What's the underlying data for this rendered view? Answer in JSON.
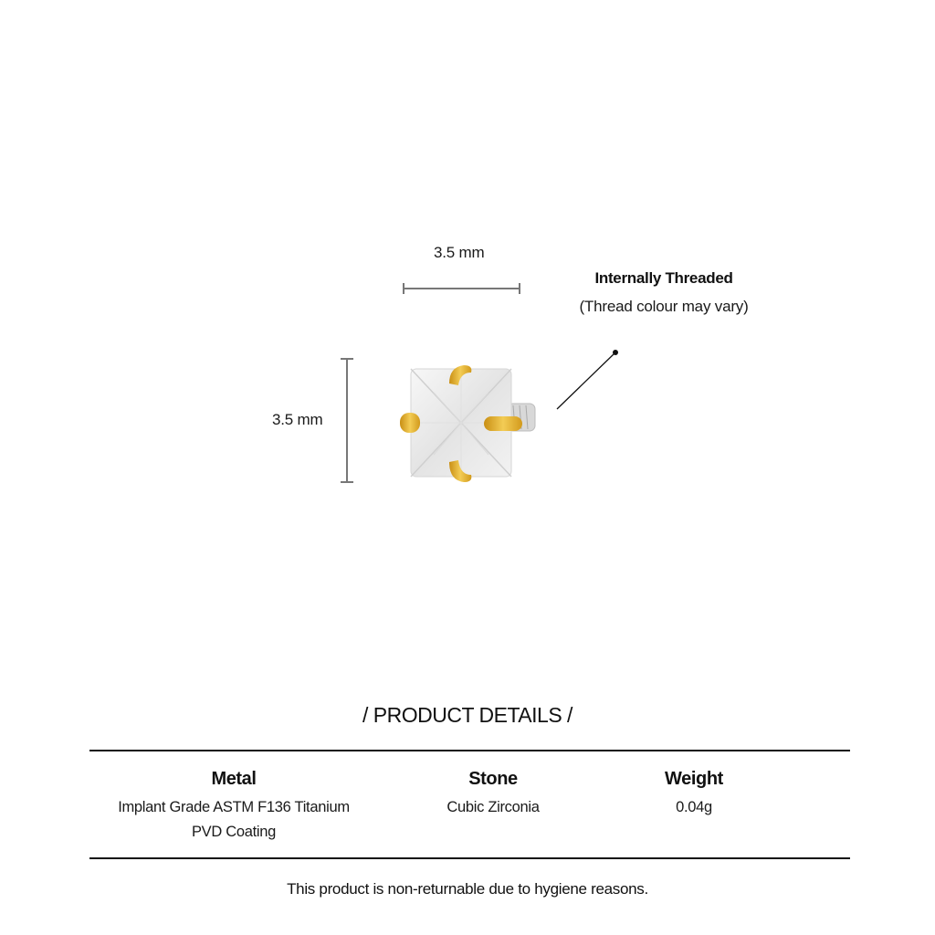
{
  "diagram": {
    "width_label": "3.5 mm",
    "height_label": "3.5 mm",
    "callout": {
      "title": "Internally Threaded",
      "subtitle": "(Thread colour may vary)"
    },
    "colors": {
      "gold": "#E7B52C",
      "stone": "#F2F2F2",
      "dimension_line": "#777777"
    }
  },
  "product_details": {
    "section_title": "/ PRODUCT DETAILS /",
    "columns": [
      {
        "heading": "Metal",
        "lines": [
          "Implant Grade ASTM F136 Titanium",
          "PVD Coating"
        ]
      },
      {
        "heading": "Stone",
        "lines": [
          "Cubic Zirconia"
        ]
      },
      {
        "heading": "Weight",
        "lines": [
          "0.04g"
        ]
      }
    ]
  },
  "footer": {
    "note": "This product is non-returnable due to hygiene reasons."
  }
}
